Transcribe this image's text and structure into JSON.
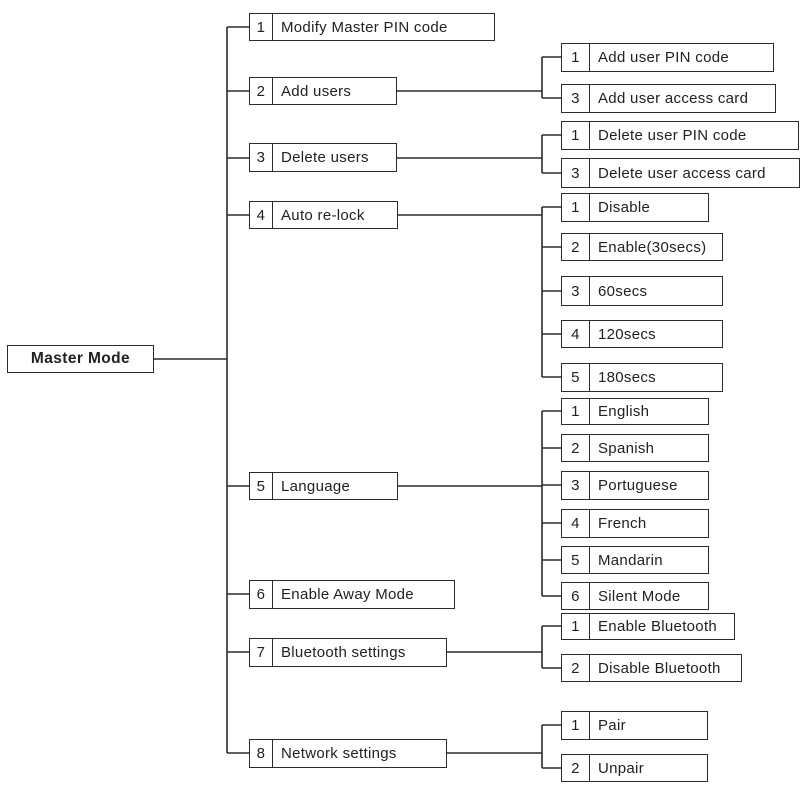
{
  "diagram": {
    "title": "Master Mode menu tree",
    "root": {
      "label": "Master Mode"
    },
    "menus": [
      {
        "num": "1",
        "label": "Modify Master PIN code",
        "children": []
      },
      {
        "num": "2",
        "label": "Add users",
        "children": [
          {
            "num": "1",
            "label": "Add user PIN code"
          },
          {
            "num": "3",
            "label": "Add user access card"
          }
        ]
      },
      {
        "num": "3",
        "label": "Delete users",
        "children": [
          {
            "num": "1",
            "label": "Delete user PIN code"
          },
          {
            "num": "3",
            "label": "Delete user access card"
          }
        ]
      },
      {
        "num": "4",
        "label": "Auto re-lock",
        "children": [
          {
            "num": "1",
            "label": "Disable"
          },
          {
            "num": "2",
            "label": "Enable(30secs)"
          },
          {
            "num": "3",
            "label": "60secs"
          },
          {
            "num": "4",
            "label": "120secs"
          },
          {
            "num": "5",
            "label": "180secs"
          }
        ]
      },
      {
        "num": "5",
        "label": "Language",
        "children": [
          {
            "num": "1",
            "label": "English"
          },
          {
            "num": "2",
            "label": "Spanish"
          },
          {
            "num": "3",
            "label": "Portuguese"
          },
          {
            "num": "4",
            "label": "French"
          },
          {
            "num": "5",
            "label": "Mandarin"
          },
          {
            "num": "6",
            "label": "Silent Mode"
          }
        ]
      },
      {
        "num": "6",
        "label": "Enable Away Mode",
        "children": []
      },
      {
        "num": "7",
        "label": "Bluetooth settings",
        "children": [
          {
            "num": "1",
            "label": "Enable Bluetooth"
          },
          {
            "num": "2",
            "label": "Disable Bluetooth"
          }
        ]
      },
      {
        "num": "8",
        "label": "Network settings",
        "children": [
          {
            "num": "1",
            "label": "Pair"
          },
          {
            "num": "2",
            "label": "Unpair"
          }
        ]
      }
    ],
    "colors": {
      "line": "#2b2b2b",
      "box_background": "#ffffff",
      "text": "#212121"
    }
  }
}
